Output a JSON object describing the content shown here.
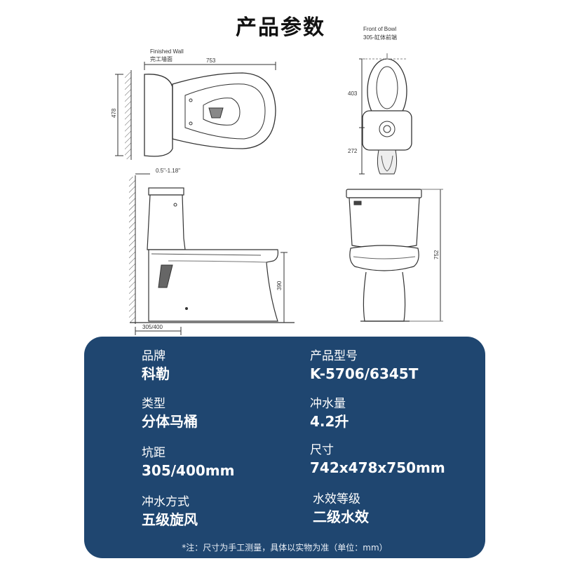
{
  "page_title": "产品参数",
  "drawing": {
    "finished_wall_en": "Finished Wall",
    "finished_wall_cn": "完工墙面",
    "front_of_bowl_en": "Front of Bowl",
    "front_of_bowl_cn": "305-缸体前端",
    "dim_753": "753",
    "dim_478": "478",
    "dim_403": "403",
    "dim_272": "272",
    "dim_offset": "0.5\"-1.18\"",
    "dim_390": "390",
    "dim_752": "752",
    "dim_rough": "305/400"
  },
  "specs": {
    "brand_label": "品牌",
    "brand_value": "科勒",
    "model_label": "产品型号",
    "model_value": "K-5706/6345T",
    "type_label": "类型",
    "type_value": "分体马桶",
    "flush_volume_label": "冲水量",
    "flush_volume_value": "4.2升",
    "rough_in_label": "坑距",
    "rough_in_value": "305/400mm",
    "size_label": "尺寸",
    "size_value": "742x478x750mm",
    "flush_method_label": "冲水方式",
    "flush_method_value": "五级旋风",
    "efficiency_label": "水效等级",
    "efficiency_value": "二级水效"
  },
  "note": "*注：尺寸为手工测量，具体以实物为准（单位：mm）"
}
